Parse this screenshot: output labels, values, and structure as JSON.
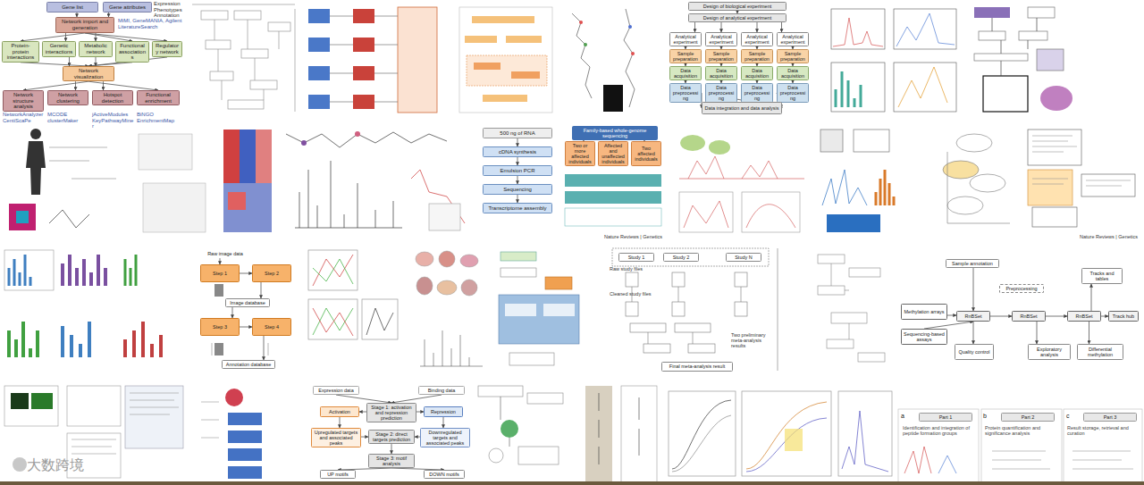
{
  "diagram": {
    "nodes": [
      {
        "text": [
          "Gene list"
        ]
      },
      {
        "text": [
          "Gene attributes"
        ]
      },
      {
        "text": [
          "Network import and generation"
        ]
      },
      {
        "text": [
          "Protein-protein interactions"
        ]
      },
      {
        "text": [
          "Genetic interactions"
        ]
      },
      {
        "text": [
          "Metabolic network"
        ]
      },
      {
        "text": [
          "Functional associations"
        ]
      },
      {
        "text": [
          "Regulatory network"
        ]
      },
      {
        "text": [
          "Network visualization"
        ]
      },
      {
        "text": [
          "Network structure analysis"
        ]
      },
      {
        "text": [
          "Network clustering"
        ]
      },
      {
        "text": [
          "Hotspot detection"
        ]
      },
      {
        "text": [
          "Functional enrichment"
        ]
      },
      {
        "text": [
          "Design of biological experiment"
        ]
      },
      {
        "text": [
          "Design of analytical experiment"
        ]
      },
      {
        "text": [
          "Analytical experiment"
        ]
      },
      {
        "text": [
          "Analytical experiment"
        ]
      },
      {
        "text": [
          "Analytical experiment"
        ]
      },
      {
        "text": [
          "Analytical experiment"
        ]
      },
      {
        "text": [
          "Sample preparation"
        ]
      },
      {
        "text": [
          "Sample preparation"
        ]
      },
      {
        "text": [
          "Sample preparation"
        ]
      },
      {
        "text": [
          "Sample preparation"
        ]
      },
      {
        "text": [
          "Data acquisition"
        ]
      },
      {
        "text": [
          "Data acquisition"
        ]
      },
      {
        "text": [
          "Data acquisition"
        ]
      },
      {
        "text": [
          "Data acquisition"
        ]
      },
      {
        "text": [
          "Data preprocessing"
        ]
      },
      {
        "text": [
          "Data preprocessing"
        ]
      },
      {
        "text": [
          "Data preprocessing"
        ]
      },
      {
        "text": [
          "Data preprocessing"
        ]
      },
      {
        "text": [
          "Data integration and data analysis"
        ]
      },
      {
        "text": [
          "500 ng of RNA"
        ]
      },
      {
        "text": [
          "cDNA synthesis"
        ]
      },
      {
        "text": [
          "Emulsion PCR"
        ]
      },
      {
        "text": [
          "Sequencing"
        ]
      },
      {
        "text": [
          "Transcriptome assembly"
        ]
      },
      {
        "text": [
          "Family-based whole-genome sequencing"
        ]
      },
      {
        "text": [
          "Two or more affected individuals"
        ]
      },
      {
        "text": [
          "Affected and unaffected individuals"
        ]
      },
      {
        "text": [
          "Two affected individuals"
        ]
      },
      {
        "text": [
          "Expression data"
        ]
      },
      {
        "text": [
          "Binding data"
        ]
      },
      {
        "text": [
          "Activation"
        ]
      },
      {
        "text": [
          "Stage 1: activation and repression prediction"
        ]
      },
      {
        "text": [
          "Repression"
        ]
      },
      {
        "text": [
          "Upregulated targets and associated peaks"
        ]
      },
      {
        "text": [
          "Stage 2: direct targets prediction"
        ]
      },
      {
        "text": [
          "Downregulated targets and associated peaks"
        ]
      },
      {
        "text": [
          "Stage 3: motif analysis"
        ]
      },
      {
        "text": [
          "UP motifs"
        ]
      },
      {
        "text": [
          "DOWN motifs"
        ]
      },
      {
        "text": [
          "Study 1"
        ]
      },
      {
        "text": [
          "Study 2"
        ]
      },
      {
        "text": [
          "Study N"
        ]
      },
      {
        "text": [
          "Final meta-analysis result"
        ]
      },
      {
        "text": [
          "Sample annotation"
        ]
      },
      {
        "text": [
          "Methylation arrays"
        ]
      },
      {
        "text": [
          "Sequencing-based assays"
        ]
      },
      {
        "text": [
          "RnBSet"
        ]
      },
      {
        "text": [
          "Quality control"
        ]
      },
      {
        "text": [
          "Preprocessing"
        ]
      },
      {
        "text": [
          "RnBSet"
        ]
      },
      {
        "text": [
          "Exploratory analysis"
        ]
      },
      {
        "text": [
          "RnBSet"
        ]
      },
      {
        "text": [
          "Differential methylation"
        ]
      },
      {
        "text": [
          "Tracks and tables"
        ]
      },
      {
        "text": [
          "Track hub"
        ]
      },
      {
        "text": [
          "Part 1"
        ]
      },
      {
        "text": [
          "Part 2"
        ]
      },
      {
        "text": [
          "Part 3"
        ]
      },
      {
        "text": [
          "Raw image data"
        ]
      },
      {
        "text": [
          "Step 1"
        ]
      },
      {
        "text": [
          "Step 2"
        ]
      },
      {
        "text": [
          "Image database"
        ]
      },
      {
        "text": [
          "Step 3"
        ]
      },
      {
        "text": [
          "Step 4"
        ]
      },
      {
        "text": [
          "Annotation database"
        ]
      }
    ],
    "edges": [
      {
        "from": 0,
        "to": 2,
        "arrow": "to"
      },
      {
        "from": 1,
        "to": 2,
        "arrow": "to"
      },
      {
        "from": 2,
        "to": 3,
        "arrow": "to"
      },
      {
        "from": 2,
        "to": 4,
        "arrow": "to"
      },
      {
        "from": 2,
        "to": 5,
        "arrow": "to"
      },
      {
        "from": 2,
        "to": 6,
        "arrow": "to"
      },
      {
        "from": 2,
        "to": 7,
        "arrow": "to"
      },
      {
        "from": 3,
        "to": 8,
        "arrow": "to"
      },
      {
        "from": 4,
        "to": 8,
        "arrow": "to"
      },
      {
        "from": 5,
        "to": 8,
        "arrow": "to"
      },
      {
        "from": 6,
        "to": 8,
        "arrow": "to"
      },
      {
        "from": 7,
        "to": 8,
        "arrow": "to"
      },
      {
        "from": 8,
        "to": 9,
        "arrow": "to"
      },
      {
        "from": 8,
        "to": 10,
        "arrow": "to"
      },
      {
        "from": 8,
        "to": 11,
        "arrow": "to"
      },
      {
        "from": 8,
        "to": 12,
        "arrow": "to"
      },
      {
        "from": 13,
        "to": 14,
        "arrow": "to"
      },
      {
        "from": 14,
        "to": 15,
        "arrow": "to"
      },
      {
        "from": 14,
        "to": 16,
        "arrow": "to"
      },
      {
        "from": 14,
        "to": 17,
        "arrow": "to"
      },
      {
        "from": 14,
        "to": 18,
        "arrow": "to"
      },
      {
        "from": 15,
        "to": 19,
        "arrow": "to"
      },
      {
        "from": 16,
        "to": 20,
        "arrow": "to"
      },
      {
        "from": 17,
        "to": 21,
        "arrow": "to"
      },
      {
        "from": 18,
        "to": 22,
        "arrow": "to"
      },
      {
        "from": 19,
        "to": 23,
        "arrow": "to"
      },
      {
        "from": 20,
        "to": 24,
        "arrow": "to"
      },
      {
        "from": 21,
        "to": 25,
        "arrow": "to"
      },
      {
        "from": 22,
        "to": 26,
        "arrow": "to"
      },
      {
        "from": 23,
        "to": 27,
        "arrow": "to"
      },
      {
        "from": 24,
        "to": 28,
        "arrow": "to"
      },
      {
        "from": 25,
        "to": 29,
        "arrow": "to"
      },
      {
        "from": 26,
        "to": 30,
        "arrow": "to"
      },
      {
        "from": 27,
        "to": 31,
        "arrow": "to"
      },
      {
        "from": 28,
        "to": 31,
        "arrow": "to"
      },
      {
        "from": 29,
        "to": 31,
        "arrow": "to"
      },
      {
        "from": 30,
        "to": 31,
        "arrow": "to"
      },
      {
        "from": 32,
        "to": 33,
        "arrow": "to"
      },
      {
        "from": 33,
        "to": 34,
        "arrow": "to"
      },
      {
        "from": 34,
        "to": 35,
        "arrow": "to"
      },
      {
        "from": 35,
        "to": 36,
        "arrow": "to"
      },
      {
        "from": 37,
        "to": 38,
        "arrow": "to"
      },
      {
        "from": 37,
        "to": 39,
        "arrow": "to"
      },
      {
        "from": 37,
        "to": 40,
        "arrow": "to"
      },
      {
        "from": 41,
        "to": 44,
        "arrow": "to"
      },
      {
        "from": 42,
        "to": 44,
        "arrow": "to"
      },
      {
        "from": 44,
        "to": 43,
        "arrow": "to"
      },
      {
        "from": 44,
        "to": 45,
        "arrow": "to"
      },
      {
        "from": 43,
        "to": 46,
        "arrow": "to"
      },
      {
        "from": 45,
        "to": 48,
        "arrow": "to"
      },
      {
        "from": 46,
        "to": 47,
        "arrow": "to"
      },
      {
        "from": 48,
        "to": 47,
        "arrow": "to"
      },
      {
        "from": 47,
        "to": 49,
        "arrow": "to"
      },
      {
        "from": 49,
        "to": 50,
        "arrow": "to"
      },
      {
        "from": 49,
        "to": 51,
        "arrow": "to"
      },
      {
        "from": 56,
        "to": 59,
        "arrow": "to"
      },
      {
        "from": 57,
        "to": 59,
        "arrow": "to"
      },
      {
        "from": 58,
        "to": 59,
        "arrow": "to"
      },
      {
        "from": 59,
        "to": 60,
        "arrow": "to"
      },
      {
        "from": 59,
        "to": 62,
        "arrow": "to"
      },
      {
        "from": 62,
        "to": 63,
        "arrow": "to"
      },
      {
        "from": 62,
        "to": 64,
        "arrow": "to"
      },
      {
        "from": 64,
        "to": 65,
        "arrow": "to"
      },
      {
        "from": 64,
        "to": 66,
        "arrow": "to"
      },
      {
        "from": 64,
        "to": 67,
        "arrow": "to"
      },
      {
        "from": 71,
        "to": 72,
        "arrow": "to"
      },
      {
        "from": 72,
        "to": 73,
        "arrow": "to"
      },
      {
        "from": 73,
        "to": 74,
        "arrow": "to"
      },
      {
        "from": 74,
        "to": 75,
        "arrow": "to"
      },
      {
        "from": 75,
        "to": 76,
        "arrow": "to"
      },
      {
        "from": 76,
        "to": 77,
        "arrow": "to"
      }
    ],
    "labels": [
      "Expression Phenotypes Annotation",
      "MiMI, GeneMANIA, Agilent LiteratureSearch",
      "NetworkAnalyzer CentiScaPe",
      "MCODE clusterMaker",
      "jActiveModules KeyPathwayMiner",
      "BiNGO EnrichmentMap",
      "Nature Reviews | Genetics",
      "Nature Reviews | Genetics",
      "Raw study files",
      "Cleaned study files",
      "Two preliminary meta-analysis results",
      "a",
      "b",
      "c",
      "Identification and integration of peptide formation groups",
      "Protein quantification and significance analysis",
      "Result storage, retrieval and curation",
      "大数跨境"
    ]
  }
}
